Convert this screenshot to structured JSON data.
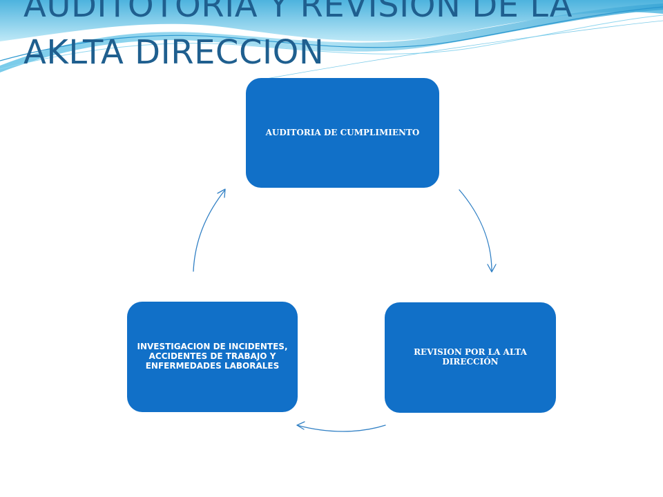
{
  "title": {
    "line1": "AUDITOTORIA Y REVISION DE LA",
    "line2": "AKLTA DIRECCION"
  },
  "diagram": {
    "nodes": [
      {
        "id": "auditoria",
        "label": "AUDITORIA DE CUMPLIMIENTO"
      },
      {
        "id": "revision",
        "label": "REVISION POR LA ALTA DIRECCIÓN"
      },
      {
        "id": "investigacion",
        "label": "INVESTIGACION DE INCIDENTES, ACCIDENTES DE TRABAJO Y ENFERMEDADES LABORALES"
      }
    ],
    "edges": [
      {
        "from": "auditoria",
        "to": "revision"
      },
      {
        "from": "revision",
        "to": "investigacion"
      },
      {
        "from": "investigacion",
        "to": "auditoria"
      }
    ]
  },
  "colors": {
    "box_fill": "#1170c8",
    "box_text": "#ffffff",
    "title": "#1f5f8f",
    "arrow": "#2f7fc4",
    "wave_light": "#7fd3ee",
    "wave_mid": "#4db3de"
  }
}
